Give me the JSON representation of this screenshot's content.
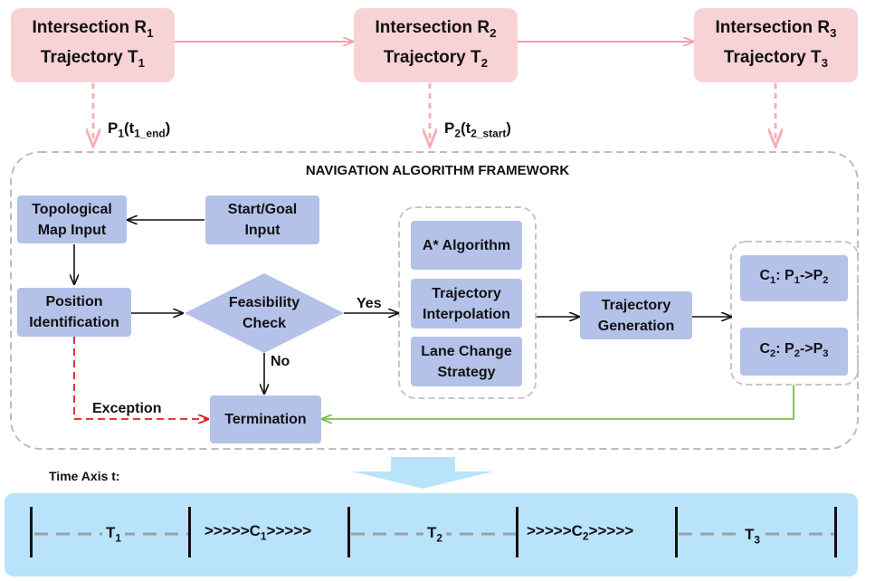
{
  "top": {
    "r1": {
      "line1": "Intersection R",
      "sub1": "1",
      "line2": "Trajectory T",
      "sub2": "1"
    },
    "r2": {
      "line1": "Intersection R",
      "sub1": "2",
      "line2": "Trajectory T",
      "sub2": "2"
    },
    "r3": {
      "line1": "Intersection R",
      "sub1": "3",
      "line2": "Trajectory T",
      "sub2": "3"
    },
    "p1": {
      "a": "P",
      "b": "1",
      "c": "(t",
      "d": "1_end",
      "e": ")"
    },
    "p2": {
      "a": "P",
      "b": "2",
      "c": "(t",
      "d": "2_start",
      "e": ")"
    }
  },
  "framework": {
    "title": "NAVIGATION ALGORITHM FRAMEWORK",
    "topo_map": {
      "line1": "Topological",
      "line2": "Map Input"
    },
    "start_goal": {
      "line1": "Start/Goal",
      "line2": "Input"
    },
    "position": {
      "line1": "Position",
      "line2": "Identification"
    },
    "feasibility": {
      "line1": "Feasibility",
      "line2": "Check"
    },
    "yes": "Yes",
    "no": "No",
    "astar": "A* Algorithm",
    "interp": {
      "line1": "Trajectory",
      "line2": "Interpolation"
    },
    "lane": {
      "line1": "Lane Change",
      "line2": "Strategy"
    },
    "traj_gen": {
      "line1": "Trajectory",
      "line2": "Generation"
    },
    "c1": {
      "a": "C",
      "b": "1",
      "c": ": P",
      "d": "1",
      "e": "->P",
      "f": "2"
    },
    "c2": {
      "a": "C",
      "b": "2",
      "c": ": P",
      "d": "2",
      "e": "->P",
      "f": "3"
    },
    "exception": "Exception",
    "termination": "Termination"
  },
  "timeline": {
    "label": "Time Axis t:",
    "t1": {
      "a": "T",
      "b": "1"
    },
    "c1": {
      "a": ">>>>>C",
      "b": "1",
      "c": ">>>>>"
    },
    "t2": {
      "a": "T",
      "b": "2"
    },
    "c2": {
      "a": ">>>>>C",
      "b": "2",
      "c": ">>>>>"
    },
    "t3": {
      "a": "T",
      "b": "3"
    }
  },
  "colors": {
    "pink_box": "#f8d3d6",
    "pink_arrow": "#f2a1ab",
    "blue_box": "#b4c2e9",
    "timeline_bg": "#b9e3fb",
    "exception_red": "#e21b1b",
    "return_green": "#7cc04b",
    "dashed_gray": "#bdbdbd"
  }
}
